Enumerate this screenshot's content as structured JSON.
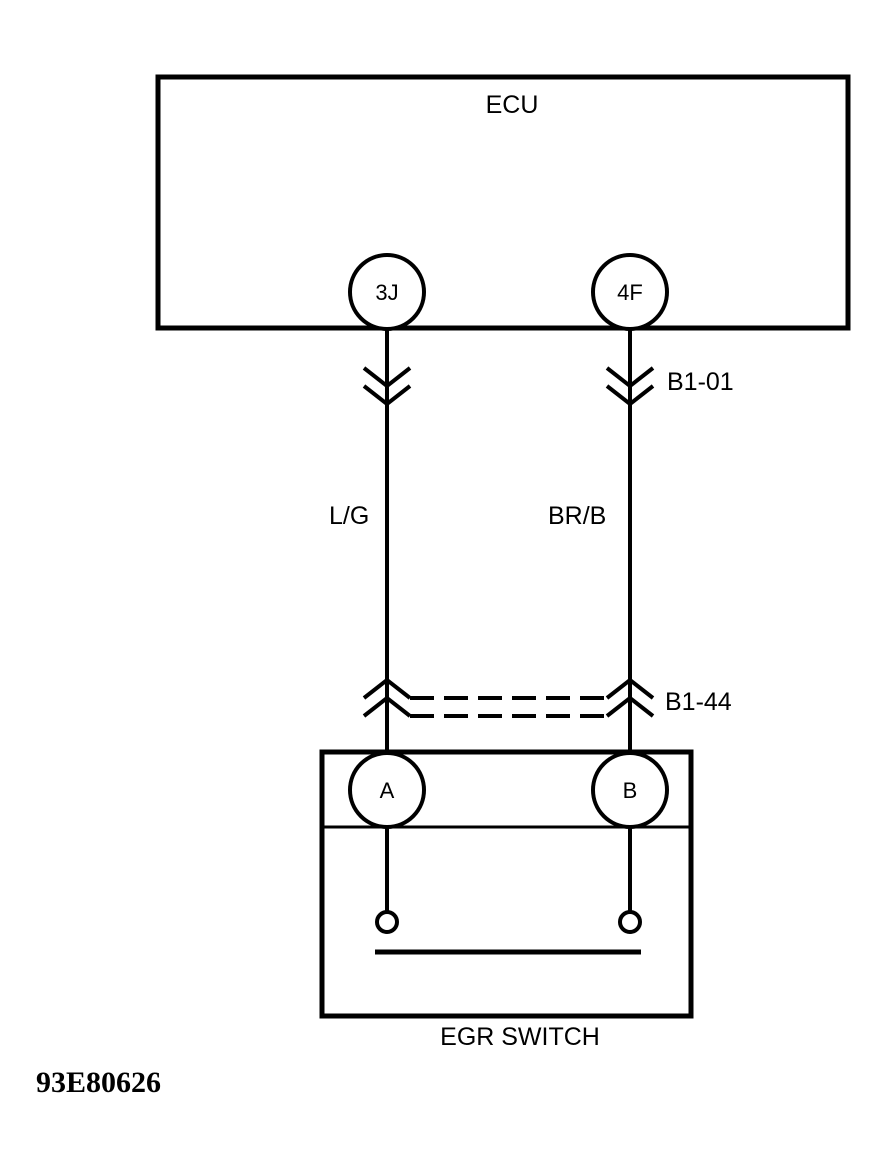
{
  "diagram": {
    "ecu_label": "ECU",
    "ecu_pins": [
      "3J",
      "4F"
    ],
    "wire_colors": [
      "L/G",
      "BR/B"
    ],
    "connectors": [
      "B1-01",
      "B1-44"
    ],
    "switch_pins": [
      "A",
      "B"
    ],
    "switch_label": "EGR SWITCH",
    "figure_code": "93E80626"
  }
}
